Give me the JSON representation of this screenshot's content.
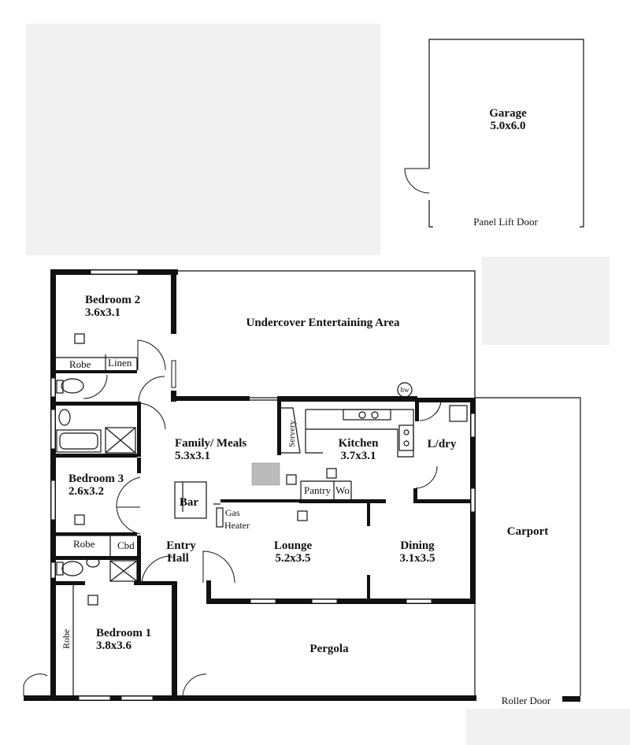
{
  "rooms": {
    "garage": {
      "name": "Garage",
      "size": "5.0x6.0"
    },
    "panel_lift_door": "Panel Lift Door",
    "bedroom2": {
      "name": "Bedroom 2",
      "size": "3.6x3.1"
    },
    "undercover": "Undercover Entertaining Area",
    "robe_top": "Robe",
    "linen": "Linen",
    "hw": "hw",
    "servery": "Servery",
    "family": {
      "name": "Family/ Meals",
      "size": "5.3x3.1"
    },
    "kitchen": {
      "name": "Kitchen",
      "size": "3.7x3.1"
    },
    "ldry": "L/dry",
    "bedroom3": {
      "name": "Bedroom 3",
      "size": "2.6x3.2"
    },
    "bar": "Bar",
    "gas_heater": [
      "Gas",
      "Heater"
    ],
    "pantry": "Pantry",
    "wo": "Wo",
    "carport": "Carport",
    "robe_mid": "Robe",
    "cbd": "Cbd",
    "entry": [
      "Entry",
      "Hall"
    ],
    "lounge": {
      "name": "Lounge",
      "size": "5.2x3.5"
    },
    "dining": {
      "name": "Dining",
      "size": "3.1x3.5"
    },
    "robe_side": "Robe",
    "bedroom1": {
      "name": "Bedroom 1",
      "size": "3.8x3.6"
    },
    "pergola": "Pergola",
    "roller_door": "Roller Door"
  },
  "colors": {
    "wall": "#111111",
    "shade": "#f1f1f1"
  }
}
